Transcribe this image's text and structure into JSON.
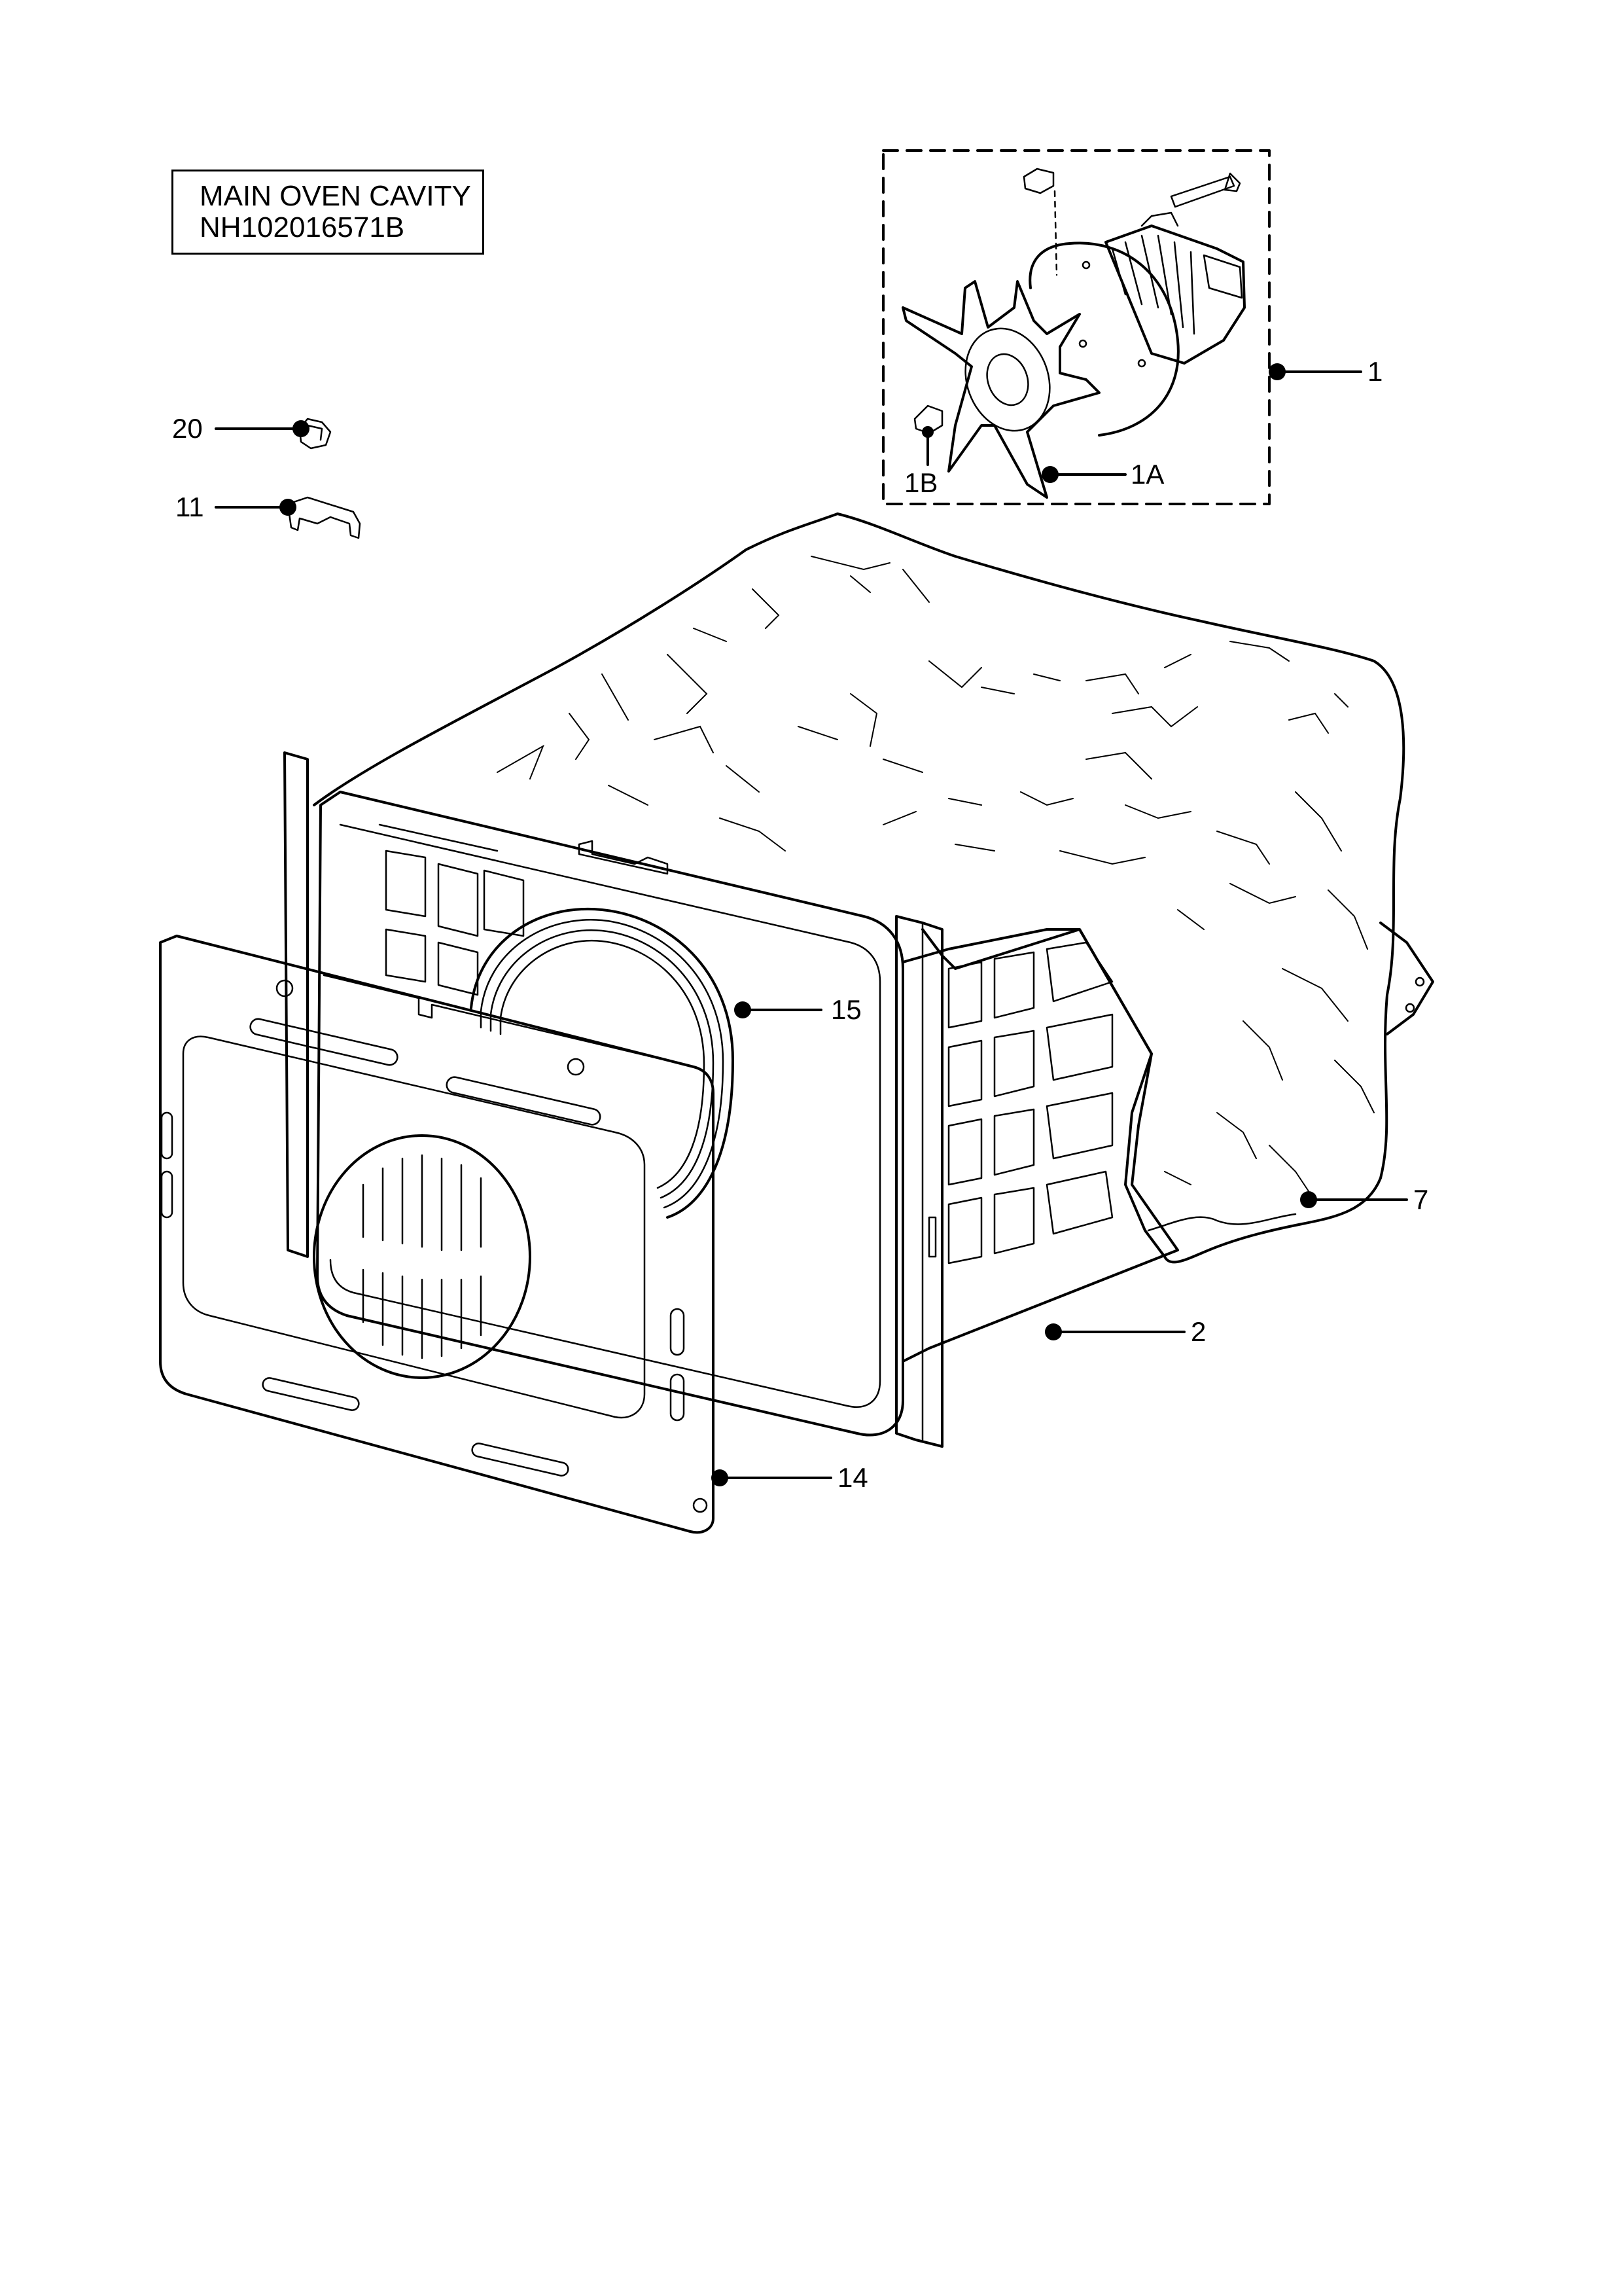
{
  "title": {
    "line1": "MAIN OVEN CAVITY",
    "line2": "NH102016571B"
  },
  "callouts": {
    "c1": "1",
    "c1a": "1A",
    "c1b": "1B",
    "c2": "2",
    "c7": "7",
    "c11": "11",
    "c14": "14",
    "c15": "15",
    "c20": "20"
  },
  "colors": {
    "line": "#000000",
    "background": "#ffffff"
  }
}
